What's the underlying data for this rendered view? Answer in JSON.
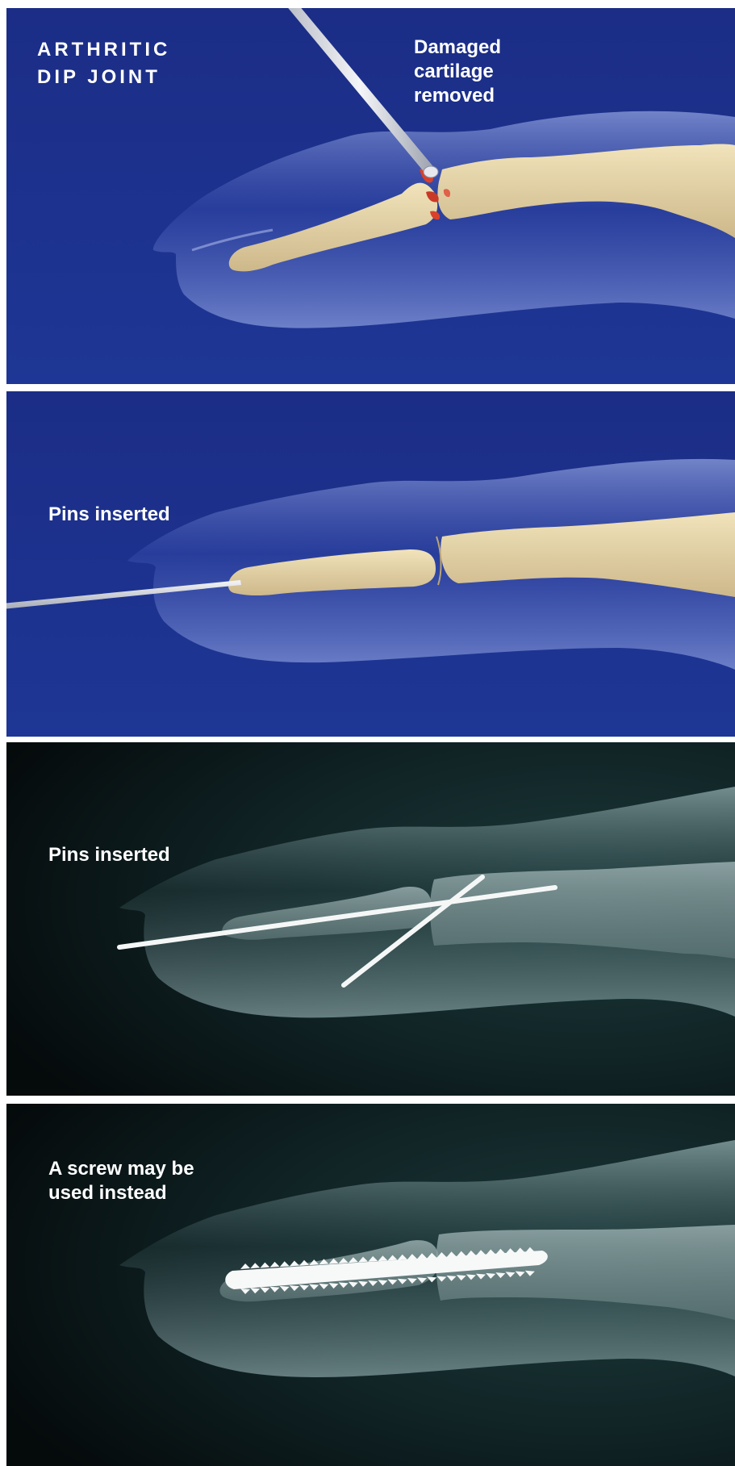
{
  "title": {
    "line1": "ARTHRITIC",
    "line2": "DIP JOINT"
  },
  "panels": [
    {
      "labels": [
        "Damaged",
        "cartilage",
        "removed"
      ]
    },
    {
      "labels": [
        "Pins inserted"
      ]
    },
    {
      "labels": [
        "Pins inserted"
      ]
    },
    {
      "labels": [
        "A screw may be",
        "used instead"
      ]
    }
  ],
  "colors": {
    "blue_background": "#1b2f8a",
    "xray_background": "#0b1718",
    "bone": "#e8d6a8",
    "damage": "#d9412a",
    "divider": "#c9ccd3"
  }
}
